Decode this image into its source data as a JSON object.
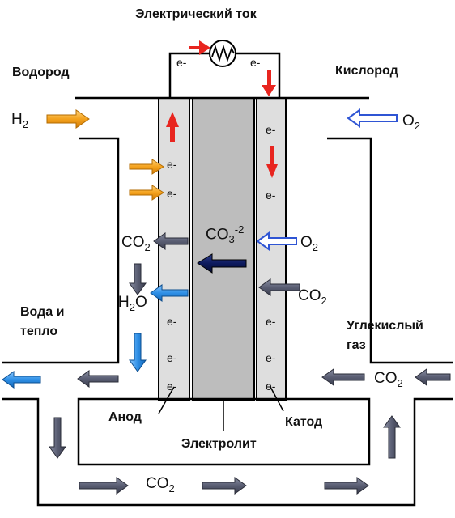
{
  "labels": {
    "current": "Электрический ток",
    "hydrogen": "Водород",
    "oxygen": "Кислород",
    "water_heat_line1": "Вода и",
    "water_heat_line2": "тепло",
    "co2_out_line1": "Углекислый",
    "co2_out_line2": "газ",
    "anode": "Анод",
    "cathode": "Катод",
    "electrolyte": "Электролит"
  },
  "formulas": {
    "h2": {
      "base": "H",
      "sub": "2"
    },
    "o2": {
      "base": "O",
      "sub": "2"
    },
    "co2": {
      "base": "CO",
      "sub": "2"
    },
    "h2o": {
      "base": "H",
      "sub": "2",
      "tail": "O"
    },
    "co3": {
      "base": "CO",
      "sub": "3",
      "sup": "-2"
    }
  },
  "electron": "e-",
  "colors": {
    "electrode": "#dedede",
    "electrolyte": "#bdbdbd",
    "outline": "#000000",
    "electron_flow": "#e8251f",
    "hydrogen_arrow": "#f4a21d",
    "oxygen_arrow": "#2f55d4",
    "co2_arrow": "#5a5e73",
    "water_arrow": "#2e8fe6",
    "carbonate_arrow": "#0d1a5e"
  },
  "icons": {
    "load": "lamp-resistor-icon"
  }
}
